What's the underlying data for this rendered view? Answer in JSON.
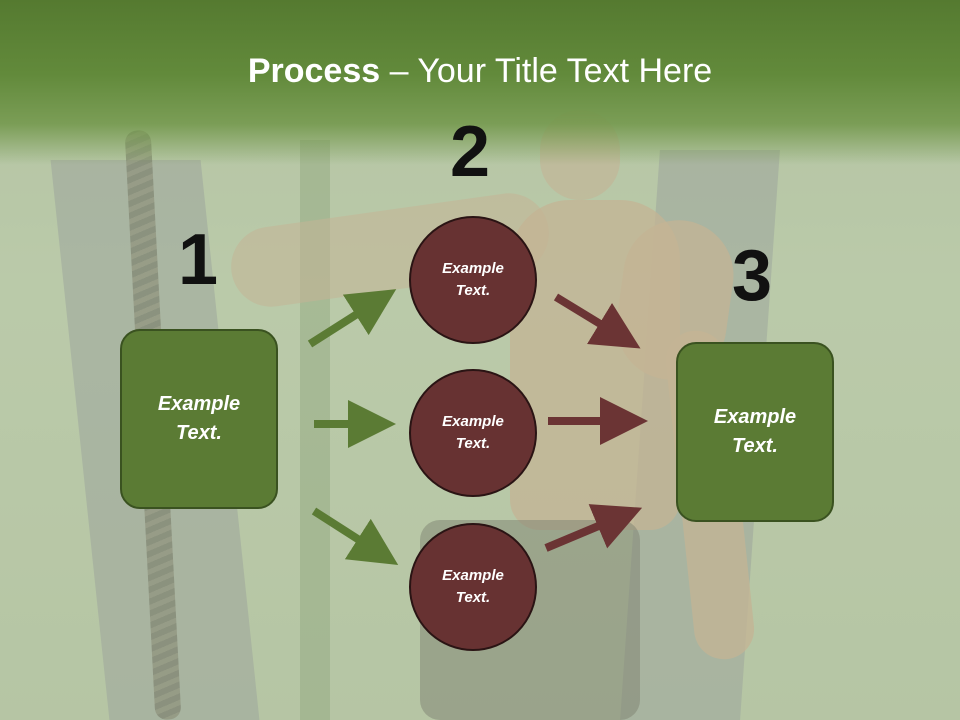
{
  "title": {
    "bold": "Process",
    "rest": " – Your Title Text Here"
  },
  "steps": [
    "1",
    "2",
    "3"
  ],
  "left_box": {
    "text": "Example Text."
  },
  "circles": [
    {
      "text": "Example Text."
    },
    {
      "text": "Example Text."
    },
    {
      "text": "Example Text."
    }
  ],
  "right_box": {
    "text": "Example Text."
  },
  "colors": {
    "title_band": "#5e8537",
    "box_fill": "#5b7b34",
    "circle_fill": "#673232",
    "green_arrow": "#5b7b34",
    "maroon_arrow": "#6b3434",
    "number": "#111111"
  }
}
